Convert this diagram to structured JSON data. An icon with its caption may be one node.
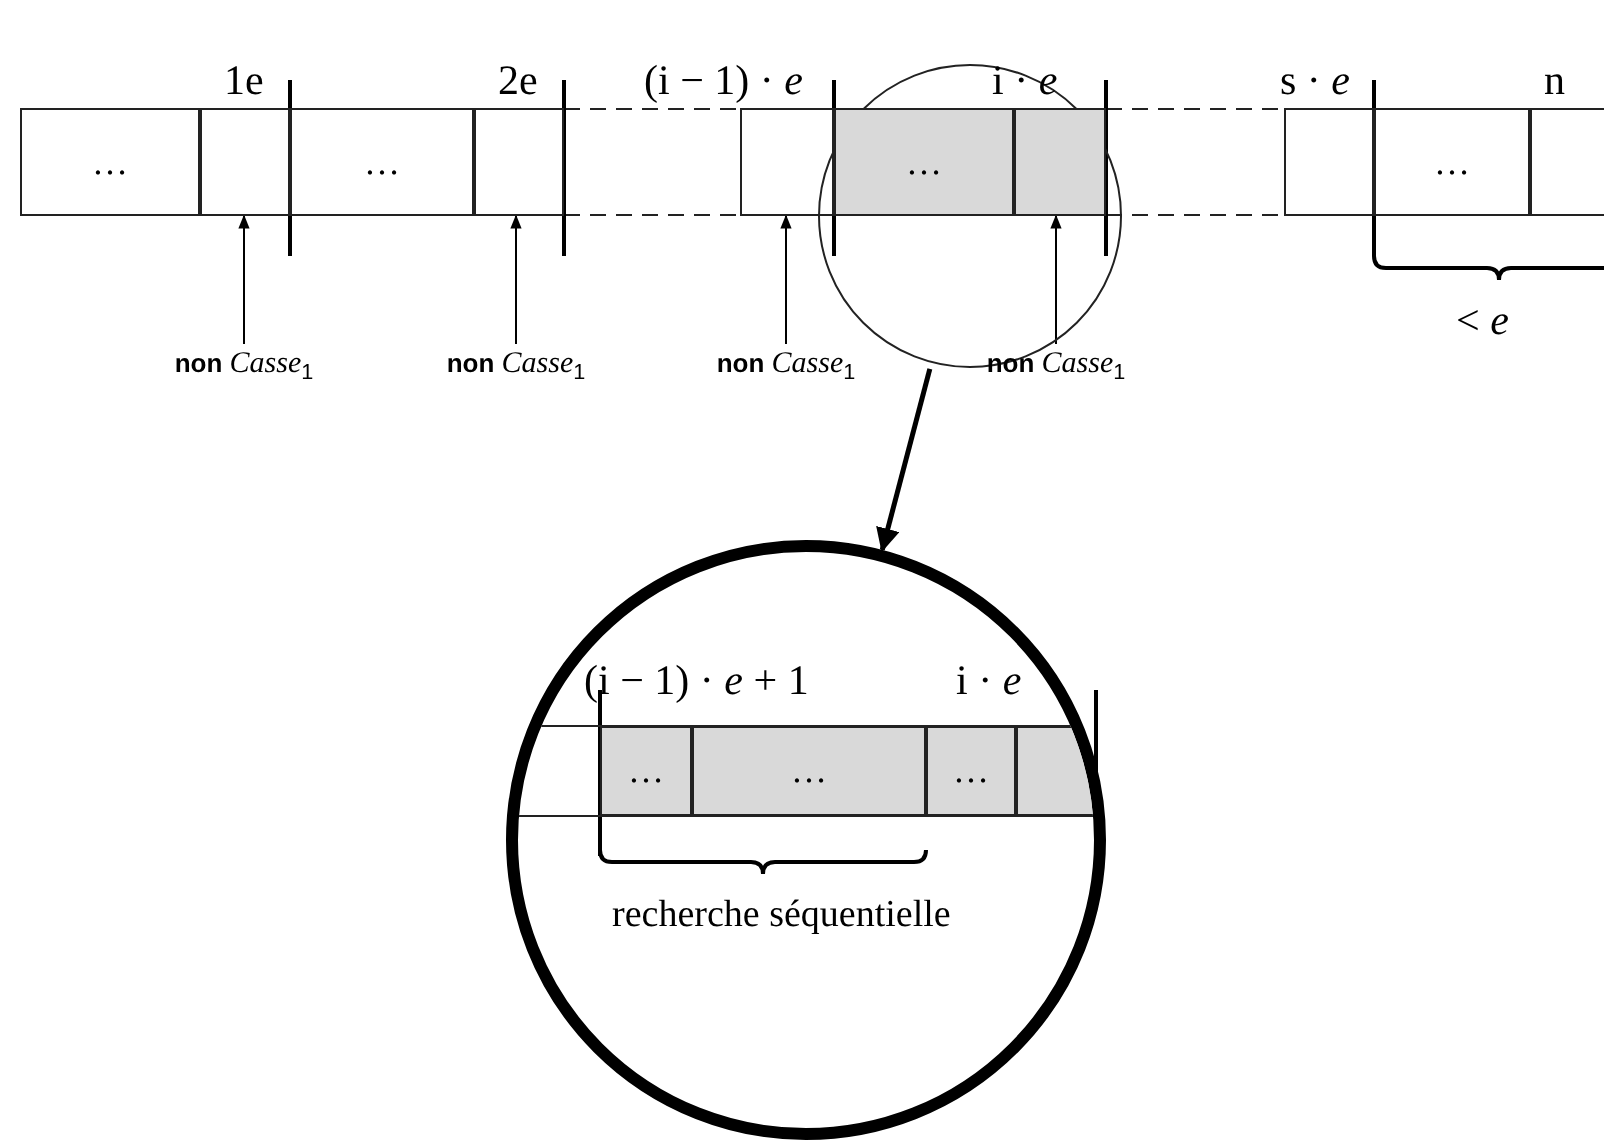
{
  "diagram": {
    "nodes": [
      {
        "text": [
          "…"
        ]
      },
      {
        "text": [],
        "shape": "box"
      },
      {
        "text": [
          "…"
        ]
      },
      {
        "text": [],
        "shape": "box"
      },
      {
        "text": [],
        "shape": "box"
      },
      {
        "text": [],
        "shape": "circle"
      },
      {
        "text": [
          "…"
        ],
        "in": 5
      },
      {
        "text": [],
        "shape": "box",
        "in": 5
      },
      {
        "text": [],
        "shape": "box"
      },
      {
        "text": [
          "…"
        ]
      },
      {
        "text": [],
        "shape": "box"
      },
      {
        "text": [
          "**non** *Casse*$_{1}$"
        ]
      },
      {
        "text": [
          "**non** *Casse*$_{1}$"
        ]
      },
      {
        "text": [
          "**non** *Casse*$_{1}$"
        ]
      },
      {
        "text": [
          "**non** *Casse*$_{1}$"
        ]
      },
      {
        "text": [],
        "shape": "circle"
      },
      {
        "text": [
          "…"
        ],
        "in": 15
      },
      {
        "text": [
          "…"
        ],
        "in": 15
      },
      {
        "text": [
          "…"
        ],
        "in": 15
      },
      {
        "text": [],
        "shape": "box",
        "in": 15
      }
    ],
    "edges": [
      {
        "from": 11,
        "to": 1,
        "arrow": "to"
      },
      {
        "from": 12,
        "to": 3,
        "arrow": "to"
      },
      {
        "from": 13,
        "to": 4,
        "arrow": "to"
      },
      {
        "from": 14,
        "to": 7,
        "arrow": "to"
      },
      {
        "from": 5,
        "to": 15,
        "arrow": "to",
        "style": "thick"
      }
    ],
    "labels": [
      "1e",
      "2e",
      "(i − 1) · *e*",
      "i · *e*",
      "s · *e*",
      "n",
      "< *e*",
      "(i − 1) · *e* + 1",
      "i · *e*",
      "recherche séquentielle"
    ]
  }
}
